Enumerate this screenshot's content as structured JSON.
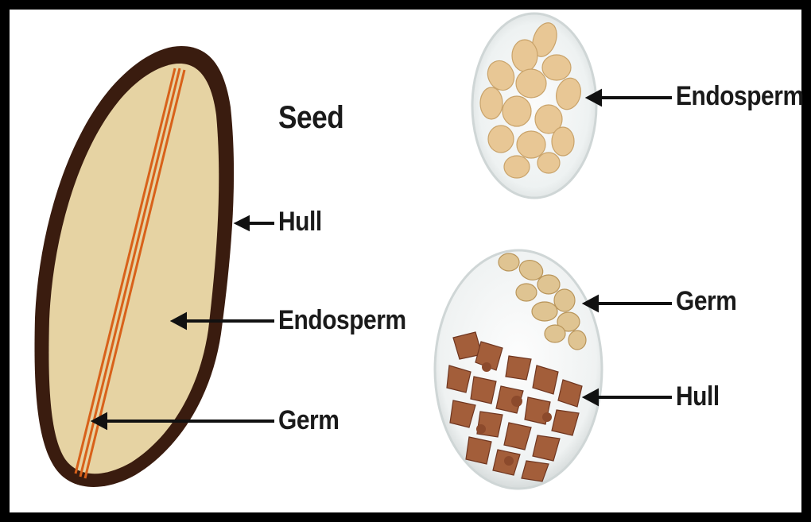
{
  "diagram": {
    "title": "Seed",
    "seed_labels": {
      "hull": "Hull",
      "endosperm": "Endosperm",
      "germ": "Germ"
    },
    "photo_labels": {
      "endosperm": "Endosperm",
      "germ": "Germ",
      "hull": "Hull"
    }
  }
}
